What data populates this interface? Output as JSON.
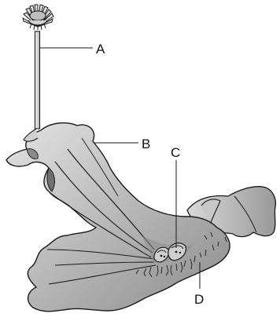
{
  "labels": {
    "A": "A",
    "B": "B",
    "C": "C",
    "D": "D"
  },
  "colors": {
    "fill_light": "#d8d8d8",
    "fill_mid": "#a9a9a9",
    "fill_dark": "#7a7a7a",
    "outline": "#1a1a1a",
    "background": "#ffffff"
  }
}
